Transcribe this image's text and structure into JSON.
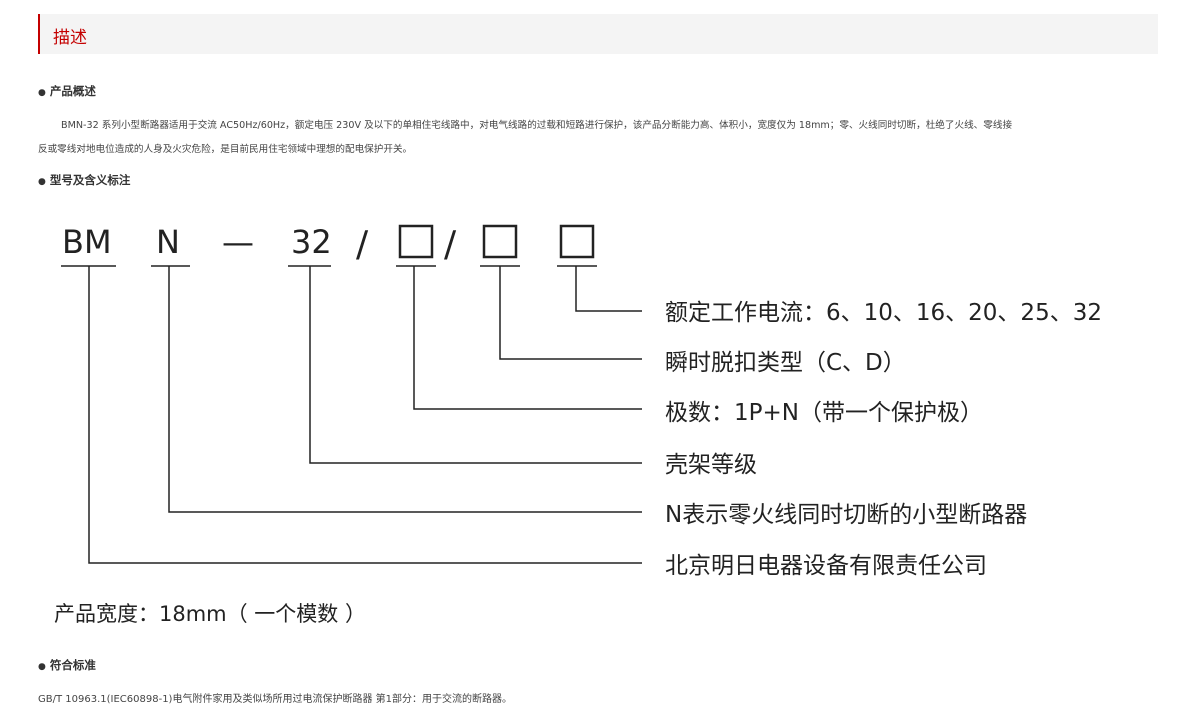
{
  "header": {
    "title": "描述"
  },
  "sections": {
    "overview": {
      "title": "产品概述",
      "line1": "BMN-32 系列小型断路器适用于交流 AC50Hz/60Hz，额定电压 230V 及以下的单相住宅线路中，对电气线路的过载和短路进行保护，该产品分断能力高、体积小，宽度仅为 18mm；零、火线同时切断，杜绝了火线、零线接",
      "line2": "反或零线对地电位造成的人身及火灾危险，是目前民用住宅领域中理想的配电保护开关。"
    },
    "model": {
      "title": "型号及含义标注"
    },
    "standard": {
      "title": "符合标准"
    }
  },
  "diagram": {
    "model_parts": {
      "bm": "BM",
      "n": "N",
      "dash": "—",
      "num": "32",
      "slash1": "/",
      "slash2": "/"
    },
    "labels": {
      "current": "额定工作电流：6、10、16、20、25、32",
      "trip": "瞬时脱扣类型（C、D）",
      "poles": "极数：1P+N（带一个保护极）",
      "frame": "壳架等级",
      "n_meaning": "N表示零火线同时切断的小型断路器",
      "company": "北京明日电器设备有限责任公司"
    },
    "width_note": "产品宽度：18mm（ 一个模数 ）"
  },
  "footer": {
    "standard_text": "GB/T 10963.1(IEC60898-1)电气附件家用及类似场所用过电流保护断路器 第1部分：用于交流的断路器。"
  }
}
